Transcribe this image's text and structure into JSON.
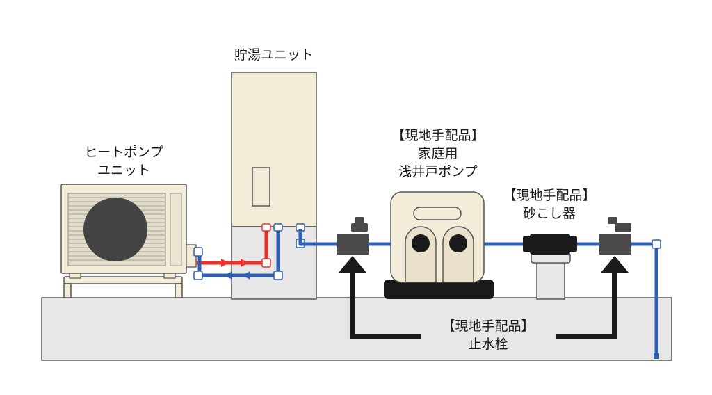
{
  "labels": {
    "tank_unit": "貯湯ユニット",
    "heat_pump": [
      "ヒートポンプ",
      "ユニット"
    ],
    "pump": [
      "【現地手配品】",
      "家庭用",
      "浅井戸ポンプ"
    ],
    "filter": [
      "【現地手配品】",
      "砂こし器"
    ],
    "valve": [
      "【現地手配品】",
      "止水栓"
    ]
  },
  "colors": {
    "hot_pipe": "#e8322b",
    "cold_pipe": "#2f5fb3",
    "unit_fill": "#f3ecd8",
    "ground_fill": "#e7e7e7",
    "outline": "#555555",
    "dark": "#1a1a1a"
  }
}
